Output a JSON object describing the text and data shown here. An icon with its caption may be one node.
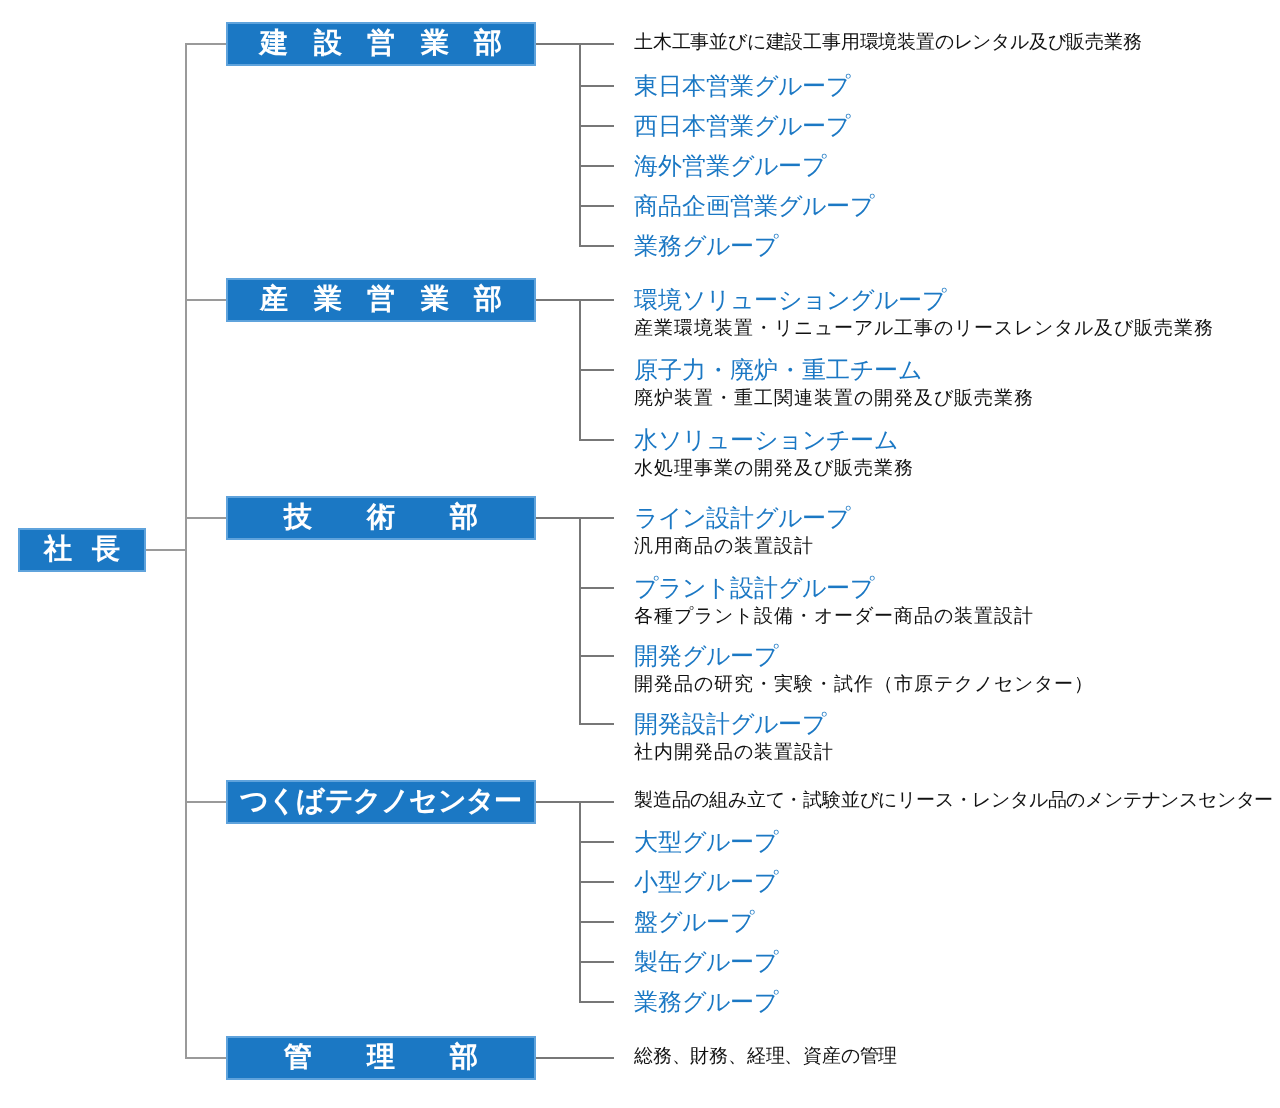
{
  "diagram": {
    "nodes": [
      {
        "text": [
          "社長"
        ]
      },
      {
        "text": [
          "建設営業部"
        ]
      },
      {
        "text": [
          "土木工事並びに建設工事用環境装置のレンタル及び販売業務"
        ]
      },
      {
        "text": [
          "東日本営業グループ"
        ]
      },
      {
        "text": [
          "西日本営業グループ"
        ]
      },
      {
        "text": [
          "海外営業グループ"
        ]
      },
      {
        "text": [
          "商品企画営業グループ"
        ]
      },
      {
        "text": [
          "業務グループ"
        ]
      },
      {
        "text": [
          "産業営業部"
        ]
      },
      {
        "text": [
          "環境ソリューショングループ",
          "産業環境装置・リニューアル工事のリースレンタル及び販売業務"
        ]
      },
      {
        "text": [
          "原子力・廃炉・重工チーム",
          "廃炉装置・重工関連装置の開発及び販売業務"
        ]
      },
      {
        "text": [
          "水ソリューションチーム",
          "水処理事業の開発及び販売業務"
        ]
      },
      {
        "text": [
          "技術部"
        ]
      },
      {
        "text": [
          "ライン設計グループ",
          "汎用商品の装置設計"
        ]
      },
      {
        "text": [
          "プラント設計グループ",
          "各種プラント設備・オーダー商品の装置設計"
        ]
      },
      {
        "text": [
          "開発グループ",
          "開発品の研究・実験・試作（市原テクノセンター）"
        ]
      },
      {
        "text": [
          "開発設計グループ",
          "社内開発品の装置設計"
        ]
      },
      {
        "text": [
          "つくばテクノセンター"
        ]
      },
      {
        "text": [
          "製造品の組み立て・試験並びにリース・レンタル品のメンテナンスセンター"
        ]
      },
      {
        "text": [
          "大型グループ"
        ]
      },
      {
        "text": [
          "小型グループ"
        ]
      },
      {
        "text": [
          "盤グループ"
        ]
      },
      {
        "text": [
          "製缶グループ"
        ]
      },
      {
        "text": [
          "業務グループ"
        ]
      },
      {
        "text": [
          "管理部"
        ]
      },
      {
        "text": [
          "総務、財務、経理、資産の管理"
        ]
      }
    ],
    "edges": [
      {
        "from": 0,
        "to": 1,
        "arrow": "none"
      },
      {
        "from": 0,
        "to": 8,
        "arrow": "none"
      },
      {
        "from": 0,
        "to": 12,
        "arrow": "none"
      },
      {
        "from": 0,
        "to": 17,
        "arrow": "none"
      },
      {
        "from": 0,
        "to": 24,
        "arrow": "none"
      },
      {
        "from": 1,
        "to": 2,
        "arrow": "none"
      },
      {
        "from": 1,
        "to": 3,
        "arrow": "none"
      },
      {
        "from": 1,
        "to": 4,
        "arrow": "none"
      },
      {
        "from": 1,
        "to": 5,
        "arrow": "none"
      },
      {
        "from": 1,
        "to": 6,
        "arrow": "none"
      },
      {
        "from": 1,
        "to": 7,
        "arrow": "none"
      },
      {
        "from": 8,
        "to": 9,
        "arrow": "none"
      },
      {
        "from": 8,
        "to": 10,
        "arrow": "none"
      },
      {
        "from": 8,
        "to": 11,
        "arrow": "none"
      },
      {
        "from": 12,
        "to": 13,
        "arrow": "none"
      },
      {
        "from": 12,
        "to": 14,
        "arrow": "none"
      },
      {
        "from": 12,
        "to": 15,
        "arrow": "none"
      },
      {
        "from": 12,
        "to": 16,
        "arrow": "none"
      },
      {
        "from": 17,
        "to": 18,
        "arrow": "none"
      },
      {
        "from": 17,
        "to": 19,
        "arrow": "none"
      },
      {
        "from": 17,
        "to": 20,
        "arrow": "none"
      },
      {
        "from": 17,
        "to": 21,
        "arrow": "none"
      },
      {
        "from": 17,
        "to": 22,
        "arrow": "none"
      },
      {
        "from": 17,
        "to": 23,
        "arrow": "none"
      },
      {
        "from": 24,
        "to": 25,
        "arrow": "none"
      }
    ]
  }
}
